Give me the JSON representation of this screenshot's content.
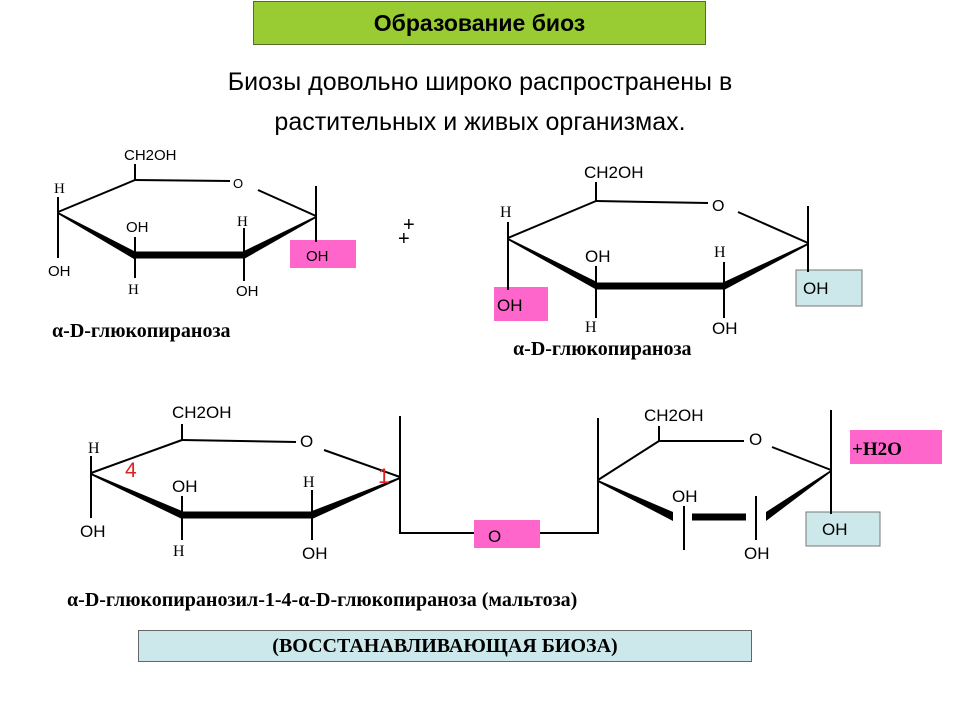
{
  "title": "Образование биоз",
  "intro": {
    "line1": "Биозы довольно широко  распространены в",
    "line2": "растительных и живых организмах."
  },
  "colors": {
    "title_bg": "#99cc33",
    "pink_highlight": "#ff66cc",
    "cyan_highlight": "#cce8ea",
    "atom_number": "#e02020"
  },
  "molecule1": {
    "ch2oh": "CH2OH",
    "ring_o": "O",
    "h_c4": "H",
    "oh_c4": "OH",
    "oh_c3": "OH",
    "h_c3": "H",
    "h_c2": "H",
    "oh_c2": "OH",
    "oh_c1": "OH",
    "caption": "α-D-глюкопираноза"
  },
  "plus": "+",
  "molecule2": {
    "ch2oh": "CH2OH",
    "ring_o": "O",
    "h_c4": "H",
    "oh_c4": "OH",
    "oh_c3": "OH",
    "h_c3": "H",
    "h_c2": "H",
    "oh_c2": "OH",
    "oh_c1": "OH",
    "caption": "α-D-глюкопираноза"
  },
  "maltose": {
    "left_ch2oh": "CH2OH",
    "left_ring_o": "O",
    "left_h_c4": "H",
    "left_oh_c4": "OH",
    "left_oh_c3": "OH",
    "left_h_c3": "H",
    "left_h_c2": "H",
    "left_oh_c2": "OH",
    "num_4": "4",
    "num_1": "1",
    "bridge_o": "O",
    "right_ch2oh": "CH2OH",
    "right_ring_o": "O",
    "right_oh_c3": "OH",
    "right_oh_c2": "OH",
    "right_oh_c1": "OH",
    "water": "+H2O",
    "caption": "α-D-глюкопиранозил-1-4-α-D-глюкопираноза (мальтоза)"
  },
  "bottom_label": "(ВОССТАНАВЛИВАЮЩАЯ БИОЗА)"
}
